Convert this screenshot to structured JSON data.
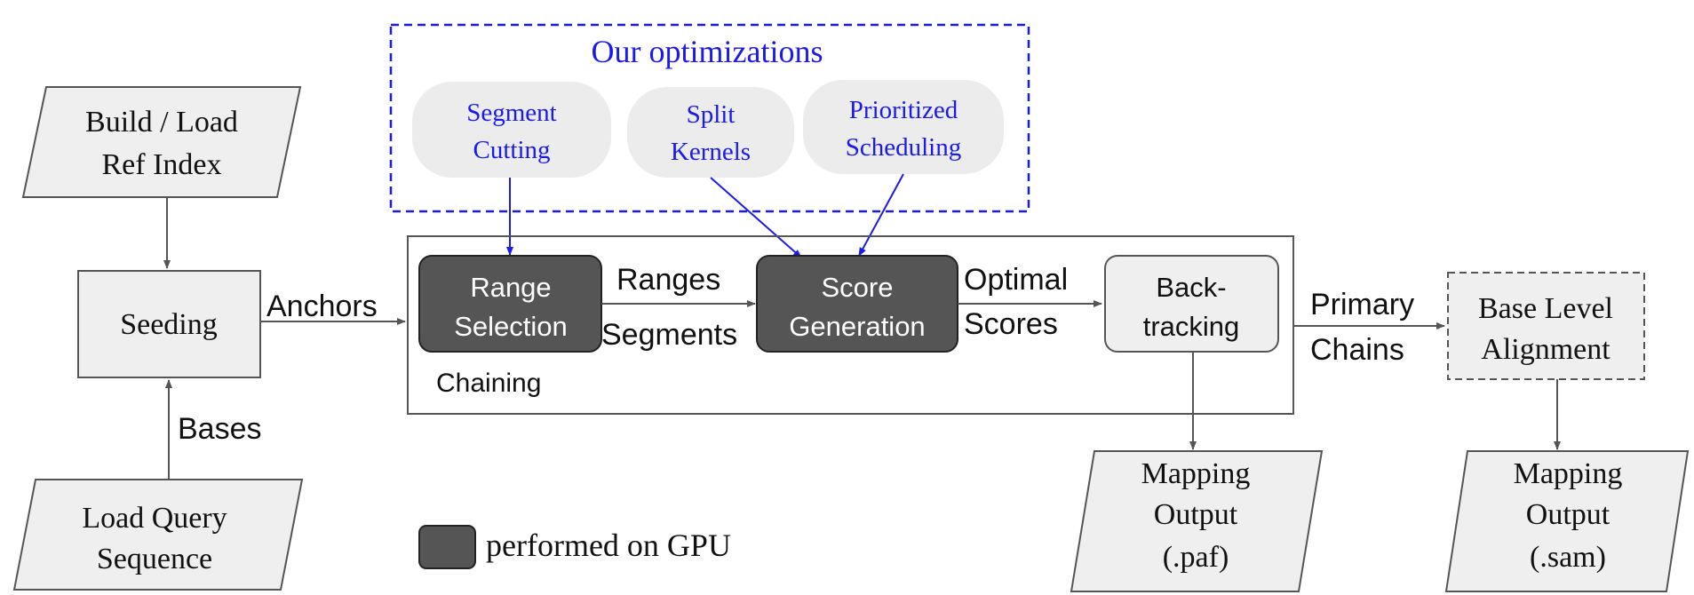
{
  "optimizations": {
    "title": "Our optimizations",
    "items": [
      {
        "line1": "Segment",
        "line2": "Cutting"
      },
      {
        "line1": "Split",
        "line2": "Kernels"
      },
      {
        "line1": "Prioritized",
        "line2": "Scheduling"
      }
    ]
  },
  "inputs": {
    "ref_index": {
      "line1": "Build / Load",
      "line2": "Ref Index"
    },
    "query": {
      "line1": "Load Query",
      "line2": "Sequence"
    }
  },
  "seeding": {
    "label": "Seeding"
  },
  "edges": {
    "bases": "Bases",
    "anchors": "Anchors",
    "ranges": "Ranges",
    "segments": "Segments",
    "optimal": "Optimal",
    "scores": "Scores",
    "primary": "Primary",
    "chains": "Chains"
  },
  "chaining": {
    "label": "Chaining",
    "range_selection": {
      "line1": "Range",
      "line2": "Selection"
    },
    "score_generation": {
      "line1": "Score",
      "line2": "Generation"
    },
    "backtracking": {
      "line1": "Back-",
      "line2": "tracking"
    }
  },
  "alignment": {
    "line1": "Base Level",
    "line2": "Alignment"
  },
  "outputs": {
    "paf": {
      "line1": "Mapping",
      "line2": "Output",
      "line3": "(.paf)"
    },
    "sam": {
      "line1": "Mapping",
      "line2": "Output",
      "line3": "(.sam)"
    }
  },
  "legend": {
    "label": "performed on GPU"
  },
  "colors": {
    "gpu_fill": "#555555",
    "box_fill": "#f0f0f0",
    "optimization_text": "#1a1aee",
    "stroke": "#555555"
  }
}
